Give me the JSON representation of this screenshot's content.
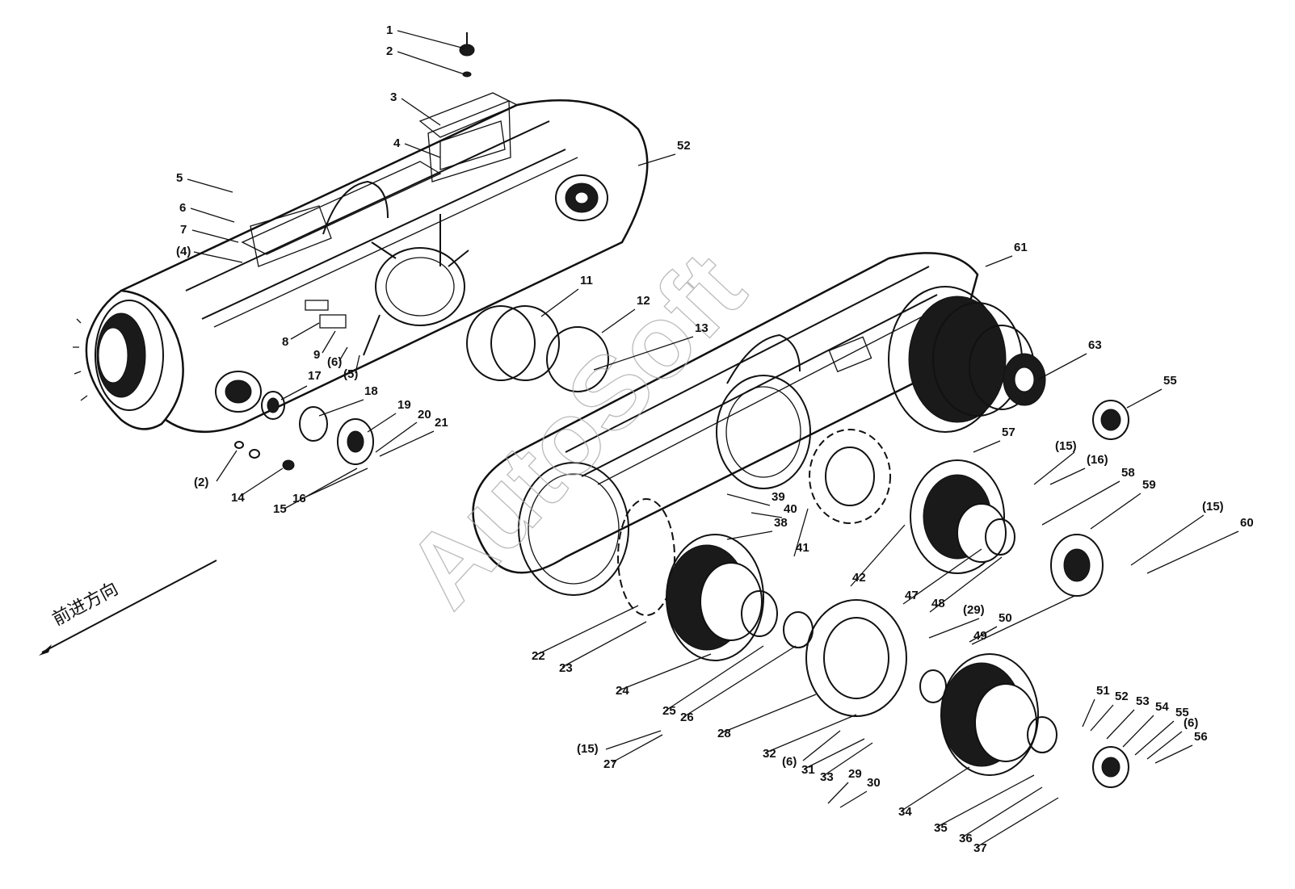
{
  "direction_label": "前进方向",
  "watermark": "AutoSoft",
  "labels": [
    "1",
    "2",
    "3",
    "4",
    "5",
    "6",
    "7",
    "(4)",
    "8",
    "9",
    "(6)",
    "(5)",
    "11",
    "12",
    "13",
    "17",
    "18",
    "19",
    "20",
    "21",
    "(2)",
    "14",
    "15",
    "16",
    "52",
    "61",
    "63",
    "55",
    "57",
    "(15)",
    "(16)",
    "58",
    "59",
    "(15)",
    "60",
    "39",
    "40",
    "38",
    "41",
    "42",
    "47",
    "48",
    "49",
    "(29)",
    "50",
    "22",
    "23",
    "24",
    "25",
    "26",
    "28",
    "32",
    "(6)",
    "31",
    "33",
    "29",
    "30",
    "(15)",
    "27",
    "34",
    "35",
    "36",
    "37",
    "51",
    "52",
    "53",
    "54",
    "55",
    "(6)",
    "56"
  ]
}
